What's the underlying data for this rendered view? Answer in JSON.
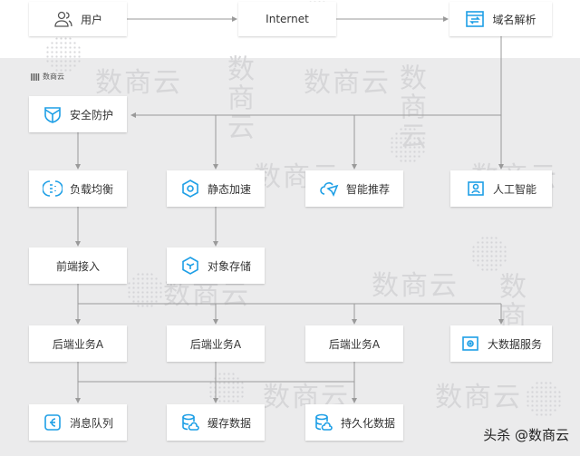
{
  "brand": {
    "logo_text": "数商云",
    "watermark_text": "数商云",
    "credit": "头杀 @数商云"
  },
  "colors": {
    "accent": "#1e9fe6",
    "line": "#9a9a9a",
    "node_bg": "#ffffff",
    "canvas_bg": "#ebebec",
    "text": "#333333"
  },
  "nodes": {
    "user": {
      "label": "用户",
      "icon": "users-icon"
    },
    "internet": {
      "label": "Internet"
    },
    "dns": {
      "label": "域名解析",
      "icon": "dns-swap-icon"
    },
    "security": {
      "label": "安全防护",
      "icon": "shield-icon"
    },
    "load_balance": {
      "label": "负载均衡",
      "icon": "load-balancer-icon"
    },
    "static_accel": {
      "label": "静态加速",
      "icon": "hexagon-accel-icon"
    },
    "smart_recommend": {
      "label": "智能推荐",
      "icon": "cloud-send-icon"
    },
    "ai": {
      "label": "人工智能",
      "icon": "ai-person-icon"
    },
    "frontend": {
      "label": "前端接入"
    },
    "object_storage": {
      "label": "对象存储",
      "icon": "cube-icon"
    },
    "backend_1": {
      "label": "后端业务A"
    },
    "backend_2": {
      "label": "后端业务A"
    },
    "backend_3": {
      "label": "后端业务A"
    },
    "bigdata": {
      "label": "大数据服务",
      "icon": "bigdata-icon"
    },
    "mq": {
      "label": "消息队列",
      "icon": "queue-icon"
    },
    "cache": {
      "label": "缓存数据",
      "icon": "db-cloud-icon"
    },
    "persist": {
      "label": "持久化数据",
      "icon": "db-cloud-icon"
    }
  }
}
